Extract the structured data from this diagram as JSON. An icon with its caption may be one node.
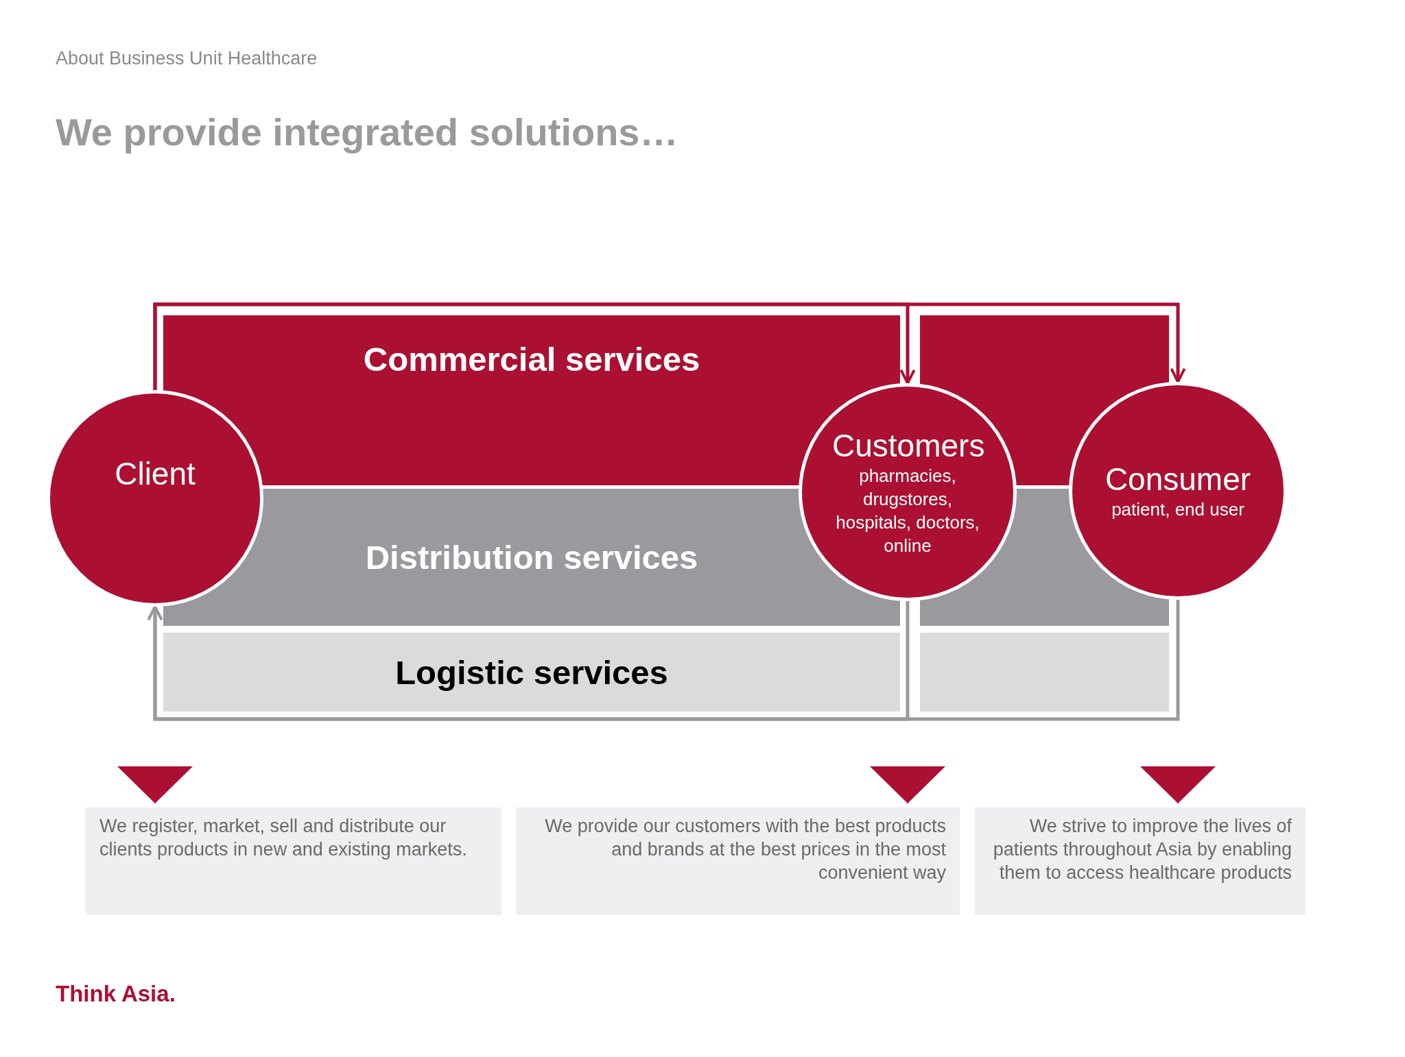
{
  "diagram": {
    "title": "We provide integrated solutions…",
    "nodes": [
      {
        "text": [
          "Client"
        ]
      },
      {
        "text": [
          "Commercial services"
        ]
      },
      {
        "text": [
          "Distribution services"
        ]
      },
      {
        "text": [
          "Logistic services"
        ]
      },
      {
        "text": [
          "Customers",
          "pharmacies, drugstores, hospitals, doctors, online"
        ]
      },
      {
        "text": [
          "Consumer",
          "patient, end user"
        ]
      },
      {
        "text": [
          "We register, market, sell and distribute  our clients products in new and existing markets."
        ]
      },
      {
        "text": [
          "We provide our customers with the best products and brands at the best prices in the most convenient way"
        ]
      },
      {
        "text": [
          "We strive to improve the lives of patients throughout Asia by enabling them to access healthcare products"
        ]
      },
      {
        "text": [],
        "shape": "box"
      },
      {
        "text": [],
        "shape": "box"
      },
      {
        "text": [],
        "shape": "box"
      }
    ],
    "edges": [
      {
        "from": 0,
        "to": 4,
        "arrow": "to"
      },
      {
        "from": 0,
        "to": 5,
        "arrow": "to"
      },
      {
        "from": 4,
        "to": 0,
        "arrow": "to",
        "color": "#9a999e"
      },
      {
        "from": 5,
        "to": 0,
        "arrow": "to",
        "color": "#9a999e"
      },
      {
        "from": null,
        "to": 6,
        "arrow": "to"
      },
      {
        "from": null,
        "to": 7,
        "arrow": "to"
      },
      {
        "from": null,
        "to": 8,
        "arrow": "to"
      }
    ],
    "labels": [
      "About Business Unit Healthcare",
      "Think Asia."
    ]
  }
}
